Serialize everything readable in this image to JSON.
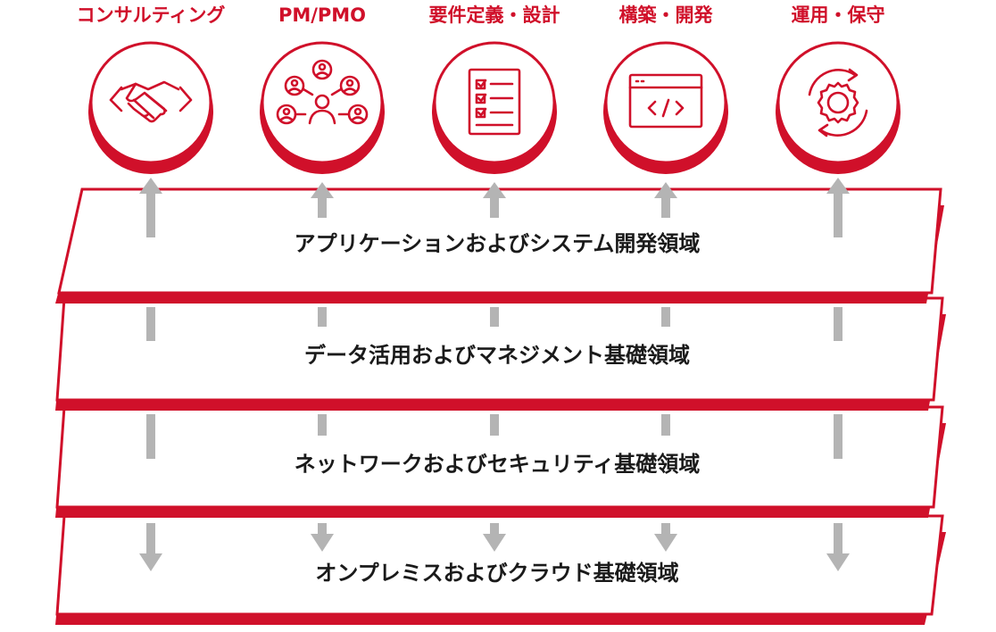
{
  "services": [
    {
      "label": "コンサルティング",
      "icon": "handshake-icon"
    },
    {
      "label": "PM/PMO",
      "icon": "team-network-icon"
    },
    {
      "label": "要件定義・設計",
      "icon": "checklist-icon"
    },
    {
      "label": "構築・開発",
      "icon": "code-window-icon"
    },
    {
      "label": "運用・保守",
      "icon": "gear-cycle-icon"
    }
  ],
  "layers": [
    {
      "label": "アプリケーションおよびシステム開発領域"
    },
    {
      "label": "データ活用およびマネジメント基礎領域"
    },
    {
      "label": "ネットワークおよびセキュリティ基礎領域"
    },
    {
      "label": "オンプレミスおよびクラウド基礎領域"
    }
  ],
  "colors": {
    "accent": "#d0102a",
    "arrow": "#b4b4b4",
    "text": "#1a1a1a",
    "panel": "#ffffff"
  }
}
